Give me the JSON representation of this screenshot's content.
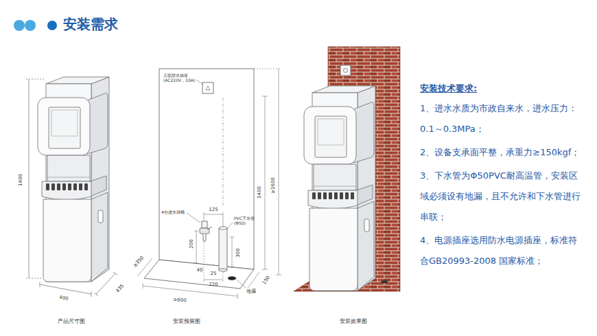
{
  "diagram": {
    "title": "安装需求",
    "labels": [
      "1400",
      "435",
      "400",
      "产品尺寸图",
      "五联防水插座 (AC220V，10A)",
      "4分进水球阀",
      "125",
      "PVC下水管 (Φ50)",
      "200",
      "300",
      "1400",
      "≥1600",
      "≥350",
      "40",
      "25",
      "220",
      "150",
      "≥600",
      "地漏",
      "安装预留图",
      "安装效果图",
      "安装技术要求:",
      "1、进水水质为市政自来水，进水压力：0.1～0.3MPa；",
      "2、设备支承面平整，承重力≥150kgf；",
      "3、下水管为Φ50PVC耐高温管，安装区域必须设有地漏，且不允许和下水管进行串联；",
      "4、电源插座选用防水电源插座，标准符合GB20993-2008 国家标准；"
    ]
  }
}
